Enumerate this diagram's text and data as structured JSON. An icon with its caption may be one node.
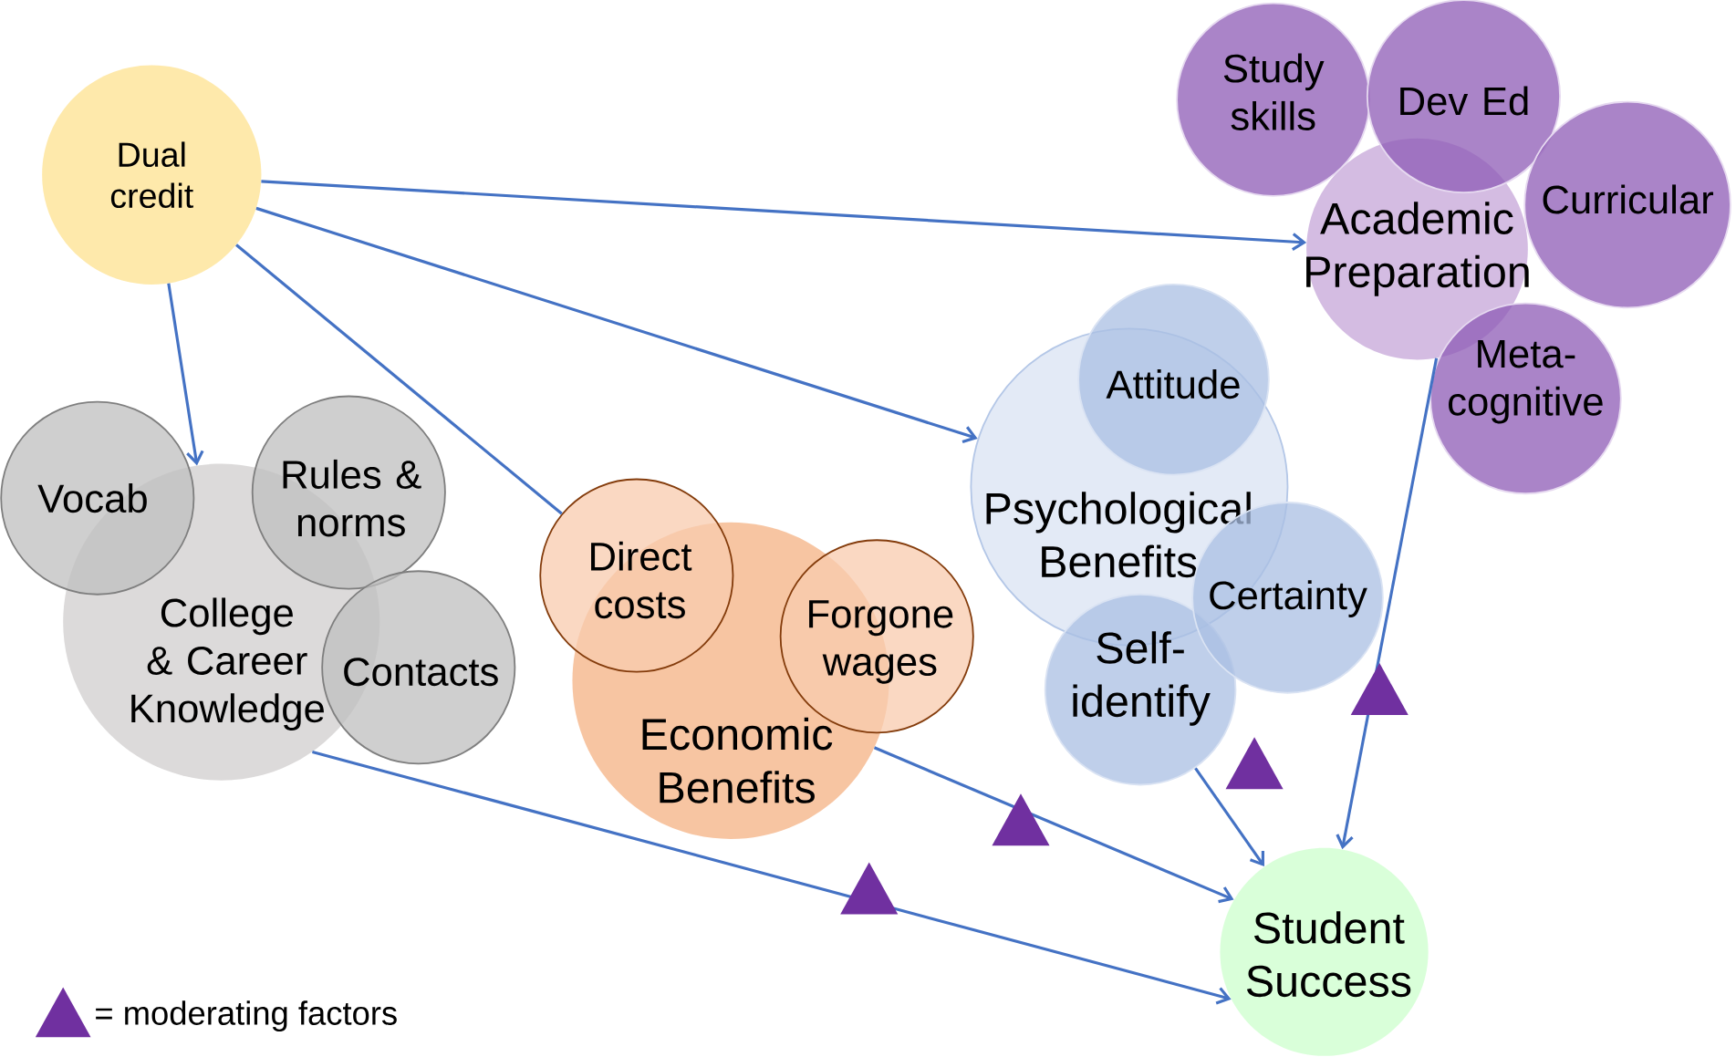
{
  "diagram": {
    "nodes": [
      {
        "text": [
          "Dual credit"
        ]
      },
      {
        "text": [
          "College & Career Knowledge"
        ]
      },
      {
        "text": [
          "Vocab"
        ]
      },
      {
        "text": [
          "Rules & norms"
        ]
      },
      {
        "text": [
          "Contacts"
        ]
      },
      {
        "text": [
          "Economic Benefits"
        ]
      },
      {
        "text": [
          "Direct costs"
        ]
      },
      {
        "text": [
          "Forgone wages"
        ]
      },
      {
        "text": [
          "Psychological Benefits"
        ]
      },
      {
        "text": [
          "Attitude"
        ]
      },
      {
        "text": [
          "Self-identify"
        ]
      },
      {
        "text": [
          "Certainty"
        ]
      },
      {
        "text": [
          "Academic Preparation"
        ]
      },
      {
        "text": [
          "Study skills"
        ]
      },
      {
        "text": [
          "Dev Ed"
        ]
      },
      {
        "text": [
          "Curricular"
        ]
      },
      {
        "text": [
          "Meta-cognitive"
        ]
      },
      {
        "text": [
          "Student Success"
        ]
      }
    ],
    "edges": [
      {
        "from": 0,
        "to": 12,
        "arrow": "to"
      },
      {
        "from": 0,
        "to": 8,
        "arrow": "to"
      },
      {
        "from": 0,
        "to": 1,
        "arrow": "to"
      },
      {
        "from": 0,
        "to": 6,
        "arrow": "none"
      },
      {
        "from": 1,
        "to": 17,
        "arrow": "to"
      },
      {
        "from": 5,
        "to": 17,
        "arrow": "to"
      },
      {
        "from": 10,
        "to": 17,
        "arrow": "to"
      },
      {
        "from": 12,
        "to": 17,
        "arrow": "to"
      }
    ],
    "legend": [
      {
        "text": "= moderating factors"
      }
    ]
  }
}
